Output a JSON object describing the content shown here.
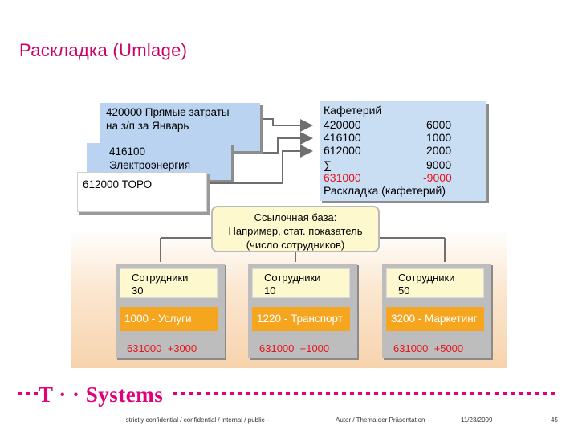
{
  "title": "Раскладка (Umlage)",
  "documents": [
    {
      "line1": "420000 Прямые затраты",
      "line2": "на з/п за Январь"
    },
    {
      "line1": "416100",
      "line2": "Электроэнергия"
    },
    {
      "line1": "612000 ТОРО",
      "line2": ""
    }
  ],
  "cafeteria": {
    "header": "Кафетерий",
    "rows": [
      {
        "a": "420000",
        "b": "6000"
      },
      {
        "a": "416100",
        "b": "1000"
      },
      {
        "a": "612000",
        "b": "2000"
      }
    ],
    "sum_symbol": "∑",
    "sum_value": "9000",
    "result_account": "631000",
    "result_value": "-9000",
    "caption": "Раскладка (кафетерий)"
  },
  "reference_base": {
    "line1": "Ссылочная база:",
    "line2": "Например, стат. показатель",
    "line3": "(число сотрудников)"
  },
  "departments": [
    {
      "label": "Сотрудники",
      "count": "30",
      "center": "1000 - Услуги",
      "account": "631000",
      "amount": "+3000"
    },
    {
      "label": "Сотрудники",
      "count": "10",
      "center": "1220 - Транспорт",
      "account": "631000",
      "amount": "+1000"
    },
    {
      "label": "Сотрудники",
      "count": "50",
      "center": "3200 - Маркетинг",
      "account": "631000",
      "amount": "+5000"
    }
  ],
  "footer": {
    "logo": "T · · Systems",
    "confidentiality": "– strictly confidential / confidential / internal / public –",
    "author": "Autor / Thema der Präsentation",
    "date": "11/23/2009",
    "page": "45"
  },
  "colors": {
    "brand": "#e2007a",
    "red": "#e8141b",
    "blue_doc": "#b9d3f0",
    "orange": "#f6a51e",
    "yellow": "#fdf8ce"
  }
}
